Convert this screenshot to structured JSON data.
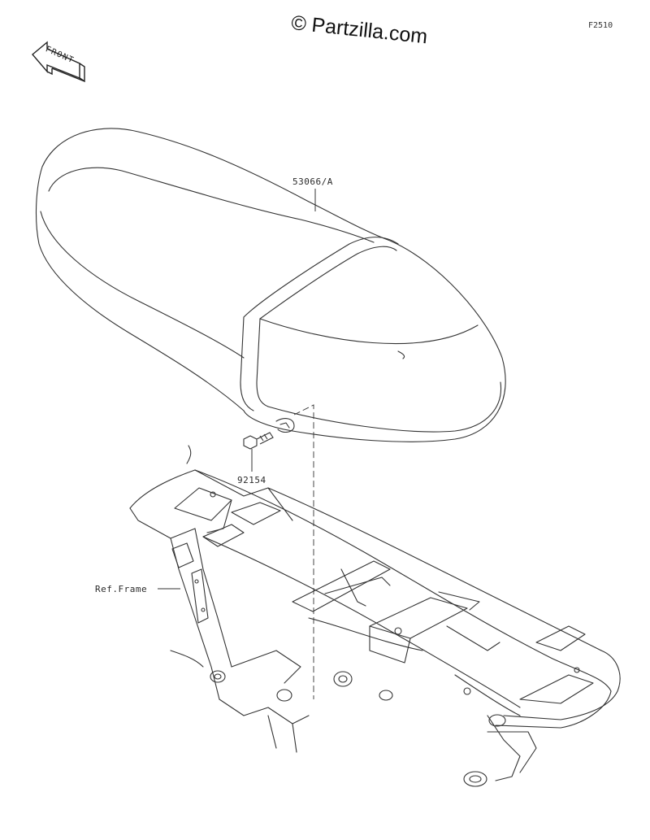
{
  "watermark": "© Partzilla.com",
  "figure_id": "F2510",
  "front_arrow": {
    "text": "FRONT",
    "icon": "front-direction-arrow-icon"
  },
  "callouts": {
    "seat": "53066/A",
    "bolt": "92154",
    "frame": "Ref.Frame"
  },
  "colors": {
    "line": "#333333",
    "background": "#ffffff"
  }
}
